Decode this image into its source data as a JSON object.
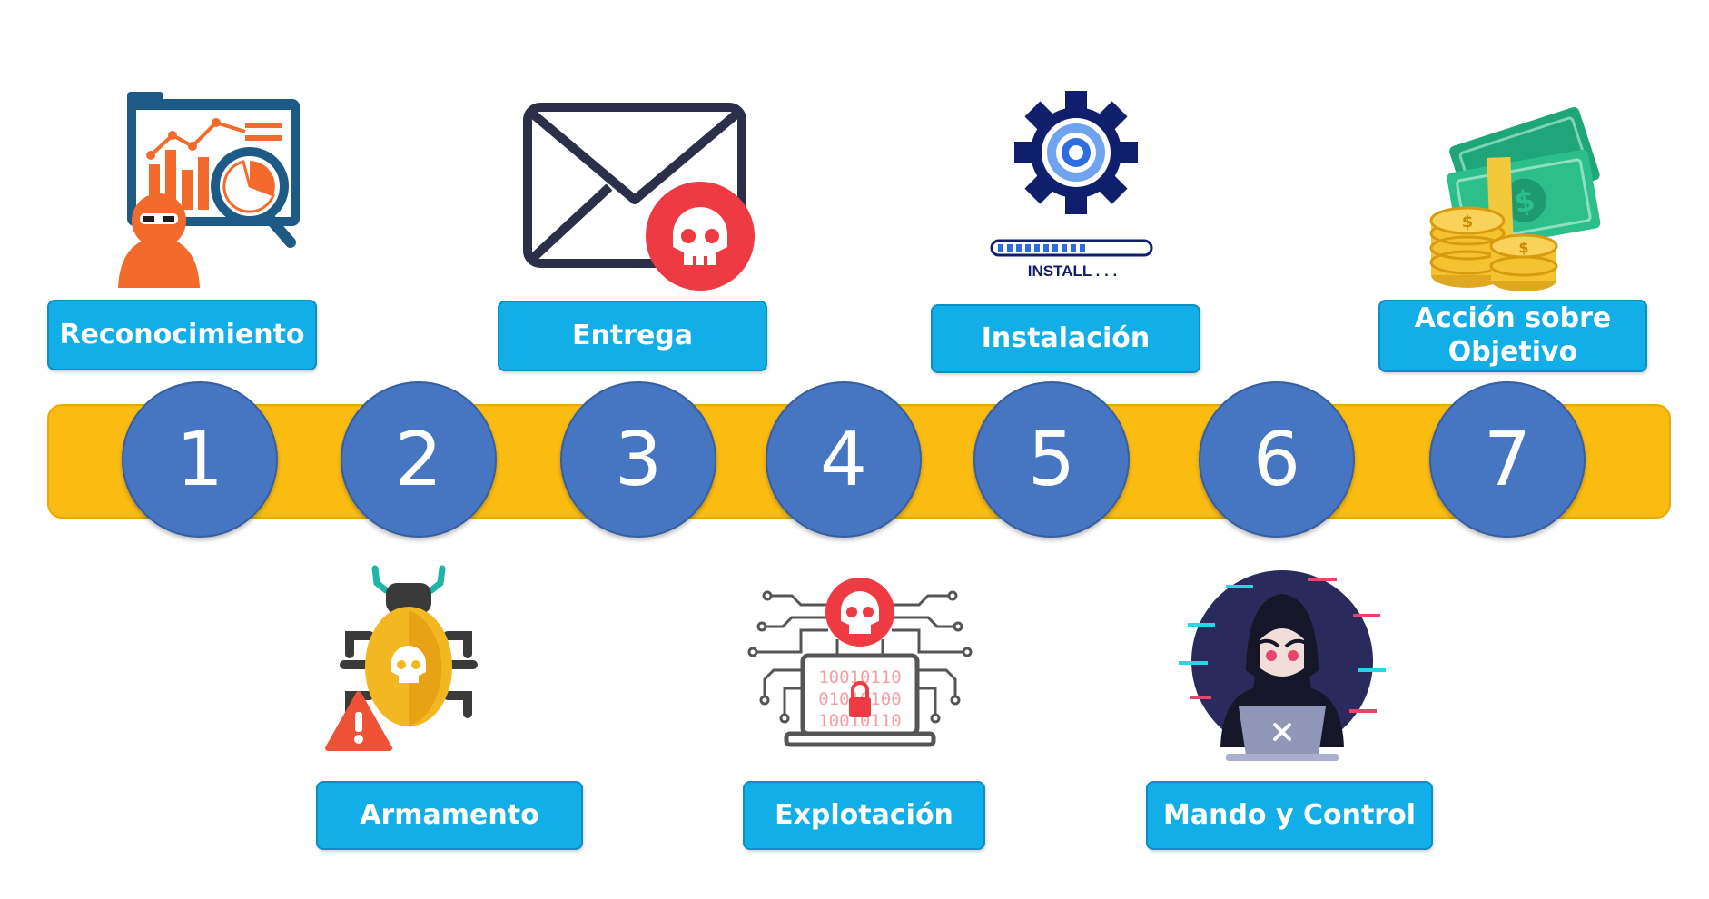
{
  "stages": {
    "recon": {
      "label": "Reconocimiento"
    },
    "weaponize": {
      "label": "Armamento"
    },
    "delivery": {
      "label": "Entrega"
    },
    "exploit": {
      "label": "Explotación"
    },
    "install": {
      "label": "Instalación",
      "icon_text": "INSTALL . . ."
    },
    "command": {
      "label": "Mando y Control"
    },
    "action": {
      "label": "Acción sobre\nObjetivo"
    }
  },
  "steps": [
    "1",
    "2",
    "3",
    "4",
    "5",
    "6",
    "7"
  ],
  "laptop_code": [
    "10010110",
    "01010100",
    "10010110"
  ],
  "icons": {
    "recon": "analytics-magnifier-hacker-icon",
    "weaponize": "skull-bug-warning-icon",
    "delivery": "envelope-skull-icon",
    "exploit": "laptop-skull-circuit-icon",
    "install": "gear-target-progress-icon",
    "command": "hooded-hacker-laptop-icon",
    "action": "money-coins-icon"
  },
  "colors": {
    "label_bg": "#12aee8",
    "bar": "#fbbc12",
    "circle": "#4675c2",
    "red": "#ee3a43",
    "navy": "#0f1f6b",
    "orange": "#f26a2c"
  }
}
